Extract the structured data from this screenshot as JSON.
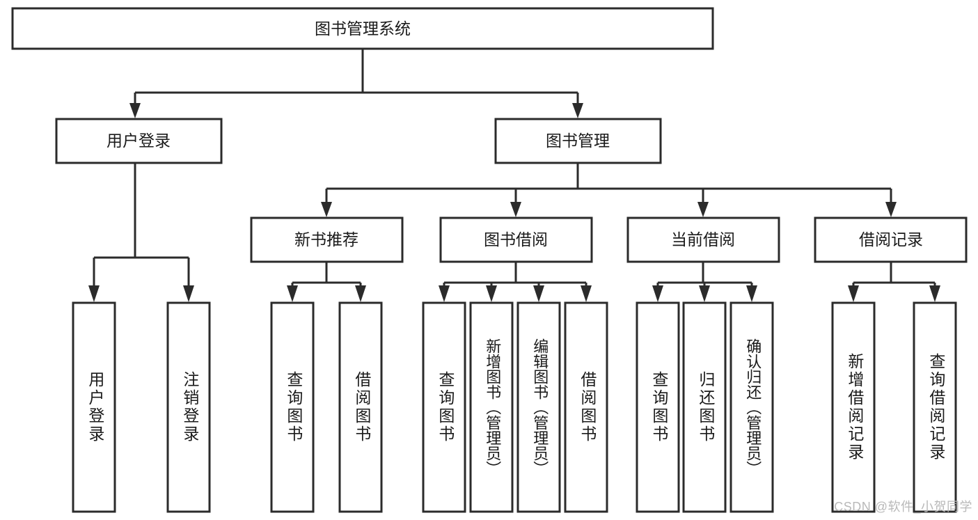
{
  "diagram": {
    "type": "tree-hierarchy",
    "title": "图书管理系统",
    "watermark": "CSDN @软件_小贺同学",
    "colors": {
      "stroke": "#2b2b2b",
      "fill": "#ffffff",
      "text": "#1a1a1a",
      "watermark": "#b9b9b9",
      "background": "#ffffff"
    },
    "levels": {
      "root": "图书管理系统",
      "level2": [
        "用户登录",
        "图书管理"
      ],
      "level3": [
        "新书推荐",
        "图书借阅",
        "当前借阅",
        "借阅记录"
      ]
    },
    "nodes": {
      "root": {
        "label": "图书管理系统",
        "orientation": "horizontal"
      },
      "user_login": {
        "label": "用户登录",
        "orientation": "horizontal"
      },
      "book_manage": {
        "label": "图书管理",
        "orientation": "horizontal"
      },
      "new_book_rec": {
        "label": "新书推荐",
        "orientation": "horizontal"
      },
      "book_borrow": {
        "label": "图书借阅",
        "orientation": "horizontal"
      },
      "current_borrow": {
        "label": "当前借阅",
        "orientation": "horizontal"
      },
      "borrow_record": {
        "label": "借阅记录",
        "orientation": "horizontal"
      },
      "leaf_user_login": {
        "label": "用户登录",
        "orientation": "vertical"
      },
      "leaf_logout": {
        "label": "注销登录",
        "orientation": "vertical"
      },
      "leaf_query_book_1": {
        "label": "查询图书",
        "orientation": "vertical"
      },
      "leaf_borrow_book_1": {
        "label": "借阅图书",
        "orientation": "vertical"
      },
      "leaf_query_book_2": {
        "label": "查询图书",
        "orientation": "vertical"
      },
      "leaf_add_book": {
        "label": "新增图书（管理员）",
        "orientation": "vertical"
      },
      "leaf_edit_book": {
        "label": "编辑图书（管理员）",
        "orientation": "vertical"
      },
      "leaf_borrow_book_2": {
        "label": "借阅图书",
        "orientation": "vertical"
      },
      "leaf_query_book_3": {
        "label": "查询图书",
        "orientation": "vertical"
      },
      "leaf_return_book": {
        "label": "归还图书",
        "orientation": "vertical"
      },
      "leaf_confirm_return": {
        "label": "确认归还（管理员）",
        "orientation": "vertical"
      },
      "leaf_add_record": {
        "label": "新增借阅记录",
        "orientation": "vertical"
      },
      "leaf_query_record": {
        "label": "查询借阅记录",
        "orientation": "vertical"
      }
    },
    "edges": [
      {
        "from": "root",
        "to": "user_login"
      },
      {
        "from": "root",
        "to": "book_manage"
      },
      {
        "from": "user_login",
        "to": "leaf_user_login"
      },
      {
        "from": "user_login",
        "to": "leaf_logout"
      },
      {
        "from": "book_manage",
        "to": "new_book_rec"
      },
      {
        "from": "book_manage",
        "to": "book_borrow"
      },
      {
        "from": "book_manage",
        "to": "current_borrow"
      },
      {
        "from": "book_manage",
        "to": "borrow_record"
      },
      {
        "from": "new_book_rec",
        "to": "leaf_query_book_1"
      },
      {
        "from": "new_book_rec",
        "to": "leaf_borrow_book_1"
      },
      {
        "from": "book_borrow",
        "to": "leaf_query_book_2"
      },
      {
        "from": "book_borrow",
        "to": "leaf_add_book"
      },
      {
        "from": "book_borrow",
        "to": "leaf_edit_book"
      },
      {
        "from": "book_borrow",
        "to": "leaf_borrow_book_2"
      },
      {
        "from": "current_borrow",
        "to": "leaf_query_book_3"
      },
      {
        "from": "current_borrow",
        "to": "leaf_return_book"
      },
      {
        "from": "current_borrow",
        "to": "leaf_confirm_return"
      },
      {
        "from": "borrow_record",
        "to": "leaf_add_record"
      },
      {
        "from": "borrow_record",
        "to": "leaf_query_record"
      }
    ]
  }
}
